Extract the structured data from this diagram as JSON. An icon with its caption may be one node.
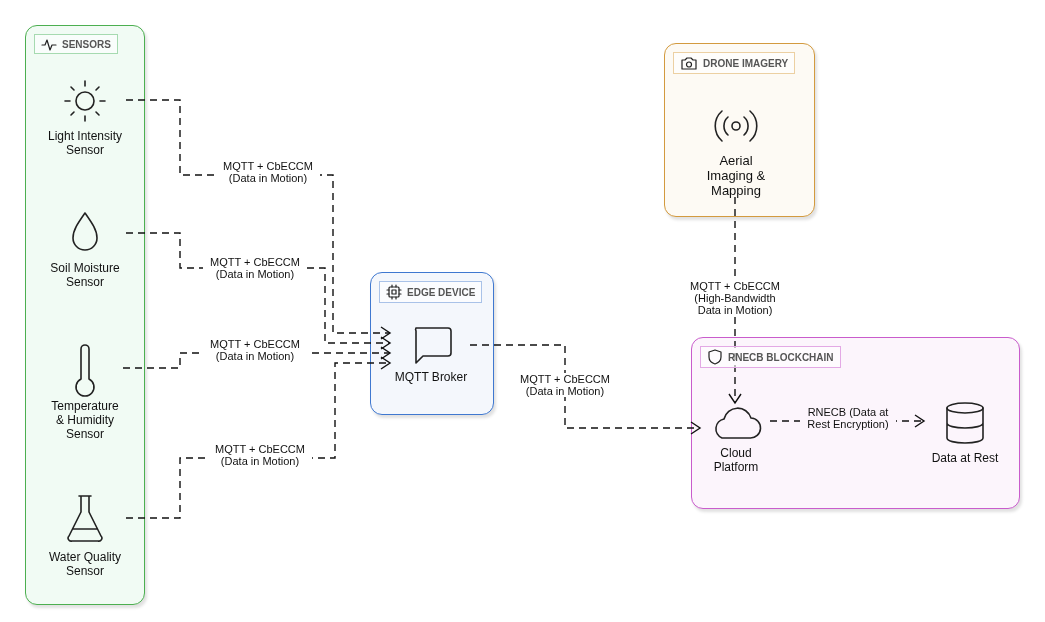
{
  "diagram": {
    "nodes": [
      {
        "text": [
          "SENSORS"
        ]
      },
      {
        "text": [
          "Light Intensity Sensor"
        ],
        "in": 0
      },
      {
        "text": [
          "Soil Moisture Sensor"
        ],
        "in": 0
      },
      {
        "text": [
          "Temperature & Humidity Sensor"
        ],
        "in": 0
      },
      {
        "text": [
          "Water Quality Sensor"
        ],
        "in": 0
      },
      {
        "text": [
          "EDGE DEVICE"
        ]
      },
      {
        "text": [
          "MQTT Broker"
        ],
        "in": 5
      },
      {
        "text": [
          "DRONE IMAGERY"
        ]
      },
      {
        "text": [
          "Aerial Imaging & Mapping"
        ],
        "in": 7
      },
      {
        "text": [
          "RNECB BLOCKCHAIN"
        ]
      },
      {
        "text": [
          "Cloud Platform"
        ],
        "in": 9
      },
      {
        "text": [
          "Data at Rest"
        ],
        "in": 9
      }
    ],
    "edges": [
      {
        "from": 1,
        "to": 6,
        "arrow": "to",
        "label": "MQTT + CbECCM (Data in Motion)",
        "style": "dashed"
      },
      {
        "from": 2,
        "to": 6,
        "arrow": "to",
        "label": "MQTT + CbECCM (Data in Motion)",
        "style": "dashed"
      },
      {
        "from": 3,
        "to": 6,
        "arrow": "to",
        "label": "MQTT + CbECCM (Data in Motion)",
        "style": "dashed"
      },
      {
        "from": 4,
        "to": 6,
        "arrow": "to",
        "label": "MQTT + CbECCM (Data in Motion)",
        "style": "dashed"
      },
      {
        "from": 6,
        "to": 10,
        "arrow": "to",
        "label": "MQTT + CbECCM (Data in Motion)",
        "style": "dashed"
      },
      {
        "from": 8,
        "to": 10,
        "arrow": "to",
        "label": "MQTT + CbECCM (High-Bandwidth Data in Motion)",
        "style": "dashed"
      },
      {
        "from": 10,
        "to": 11,
        "arrow": "to",
        "label": "RNECB (Data at Rest Encryption)",
        "style": "dashed"
      }
    ]
  }
}
